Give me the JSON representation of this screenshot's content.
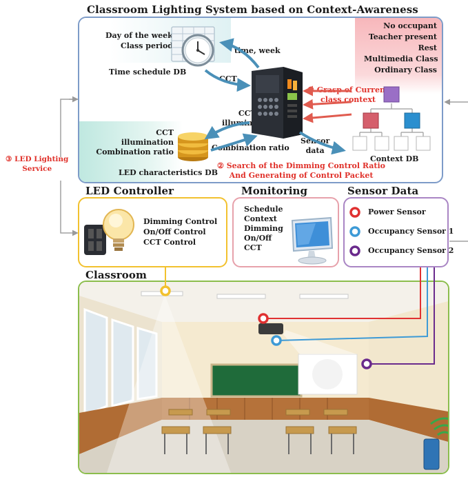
{
  "context_system": {
    "title": "Classroom Lighting System based on Context-Awareness",
    "day_of_week": "Day of the week",
    "class_period": "Class period",
    "time_schedule_db": "Time schedule DB",
    "time_week": "time, week",
    "cct": "CCT",
    "cct_illumination": [
      "CCT,",
      "illumination"
    ],
    "grasp": [
      "① Grasp of Current",
      "class context"
    ],
    "contexts": [
      "No occupant",
      "Teacher present",
      "Rest",
      "Multimedia Class",
      "Ordinary Class"
    ],
    "led_db_fields": [
      "CCT",
      "illumination",
      "Combination ratio"
    ],
    "led_characteristics_db": "LED characteristics DB",
    "combination_ratio": "Combination ratio",
    "sensor_data": [
      "Sensor",
      "data"
    ],
    "search": [
      "② Search of the Dimming Control Ratio",
      "And Generating of Control Packet"
    ],
    "context_db": "Context DB"
  },
  "led_service": [
    "③ LED Lighting",
    "Service"
  ],
  "led_controller": {
    "title": "LED Controller",
    "items": [
      "Dimming Control",
      "On/Off Control",
      "CCT Control"
    ]
  },
  "monitoring": {
    "title": "Monitoring",
    "items": [
      "Schedule",
      "Context",
      "Dimming",
      "On/Off",
      "CCT"
    ]
  },
  "sensor_data": {
    "title": "Sensor Data",
    "sensors": [
      {
        "label": "Power Sensor",
        "color": "#e03131"
      },
      {
        "label": "Occupancy Sensor 1",
        "color": "#3d9ad6"
      },
      {
        "label": "Occupancy Sensor 2",
        "color": "#6a2a8c"
      }
    ]
  },
  "classroom": {
    "title": "Classroom"
  },
  "colors": {
    "context_border": "#7d9bc8",
    "controller_border": "#f2c12e",
    "monitoring_border": "#e7a1ab",
    "sensor_border": "#a985c4",
    "classroom_border": "#8bbd4c",
    "accent_red": "#e0312a"
  }
}
